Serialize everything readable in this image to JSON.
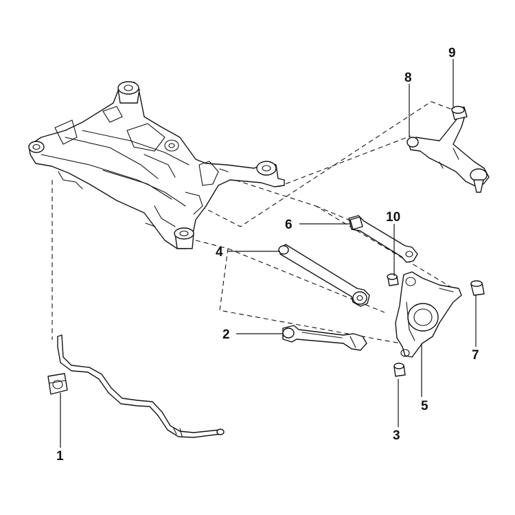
{
  "diagram": {
    "callouts": [
      {
        "id": "1",
        "label": "1"
      },
      {
        "id": "2",
        "label": "2"
      },
      {
        "id": "3",
        "label": "3"
      },
      {
        "id": "4",
        "label": "4"
      },
      {
        "id": "5",
        "label": "5"
      },
      {
        "id": "6",
        "label": "6"
      },
      {
        "id": "7",
        "label": "7"
      },
      {
        "id": "8",
        "label": "8"
      },
      {
        "id": "9",
        "label": "9"
      },
      {
        "id": "10",
        "label": "10"
      }
    ]
  },
  "colors": {
    "line": "#111111",
    "background": "#ffffff"
  }
}
